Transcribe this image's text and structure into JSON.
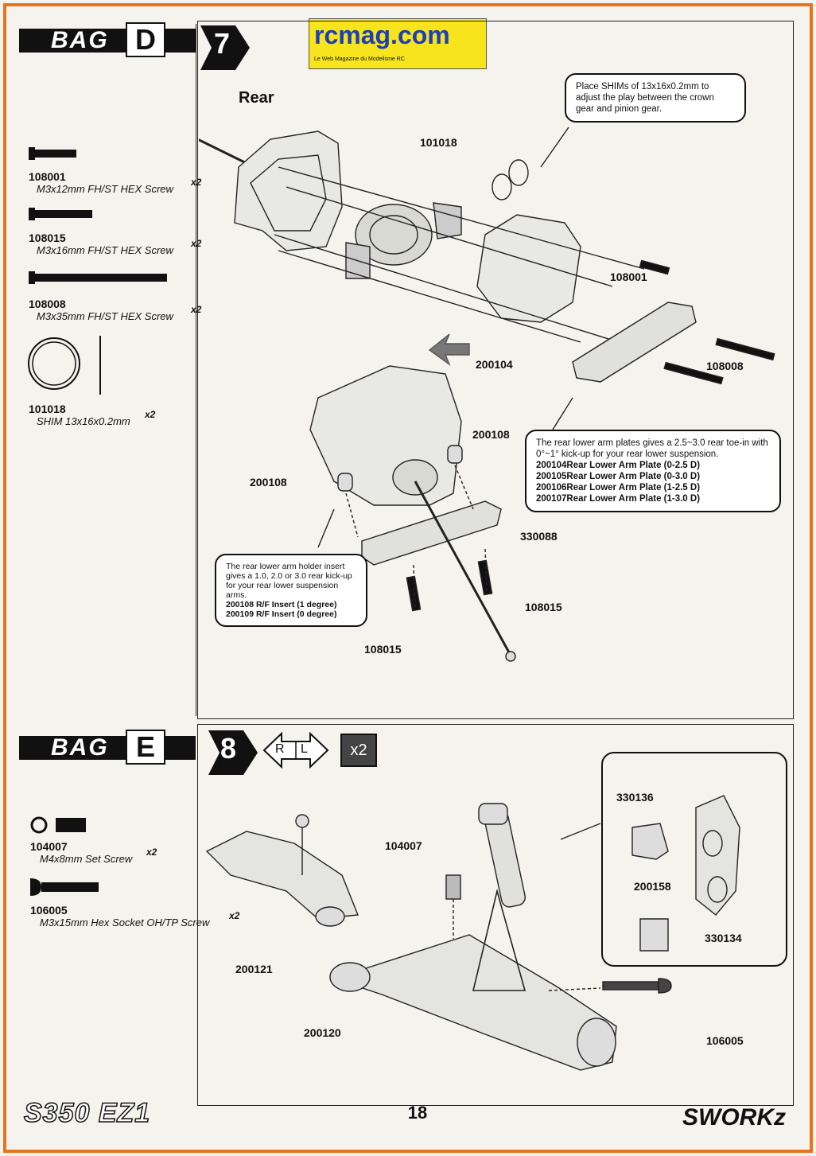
{
  "logo": {
    "name": "rcmag.com",
    "tagline": "Le Web Magazine du Modelisme RC"
  },
  "bag_d": {
    "label": "BAG",
    "letter": "D",
    "step": "7",
    "title": "Rear",
    "parts": [
      {
        "code": "108001",
        "desc": "M3x12mm FH/ST HEX Screw",
        "qty": "x2"
      },
      {
        "code": "108015",
        "desc": "M3x16mm FH/ST HEX Screw",
        "qty": "x2"
      },
      {
        "code": "108008",
        "desc": "M3x35mm FH/ST HEX Screw",
        "qty": "x2"
      },
      {
        "code": "101018",
        "desc": "SHIM 13x16x0.2mm",
        "qty": "x2"
      }
    ],
    "callout_shim": "Place SHIMs of 13x16x0.2mm to adjust the play between the crown gear and pinion gear.",
    "callout_plates": {
      "text": "The rear lower arm plates gives a  2.5~3.0 rear toe-in with 0°~1° kick-up for your rear lower suspension.",
      "items": [
        "200104Rear Lower Arm Plate (0-2.5 D)",
        "200105Rear Lower Arm Plate (0-3.0 D)",
        "200106Rear Lower Arm Plate (1-2.5 D)",
        "200107Rear Lower Arm Plate (1-3.0 D)"
      ]
    },
    "callout_insert": {
      "text": "The rear lower arm holder insert gives a 1.0, 2.0 or 3.0 rear kick-up for your rear lower suspension arms.",
      "items": [
        "200108 R/F Insert (1 degree)",
        "200109 R/F Insert (0 degree)"
      ]
    },
    "labels": {
      "l101018": "101018",
      "l108001": "108001",
      "l200104": "200104",
      "l108008": "108008",
      "l200108a": "200108",
      "l200108b": "200108",
      "l330088": "330088",
      "l108015a": "108015",
      "l108015b": "108015"
    }
  },
  "bag_e": {
    "label": "BAG",
    "letter": "E",
    "step": "8",
    "side_r": "R",
    "side_l": "L",
    "multiplier": "x2",
    "parts": [
      {
        "code": "104007",
        "desc": "M4x8mm Set Screw",
        "qty": "x2"
      },
      {
        "code": "106005",
        "desc": "M3x15mm Hex Socket OH/TP Screw",
        "qty": "x2"
      }
    ],
    "labels": {
      "l104007": "104007",
      "l200121": "200121",
      "l200120": "200120",
      "l330136": "330136",
      "l200158": "200158",
      "l330134": "330134",
      "l106005": "106005"
    }
  },
  "footer": {
    "page": "18",
    "model": "S350 EZ1",
    "brand": "SWORKz"
  }
}
